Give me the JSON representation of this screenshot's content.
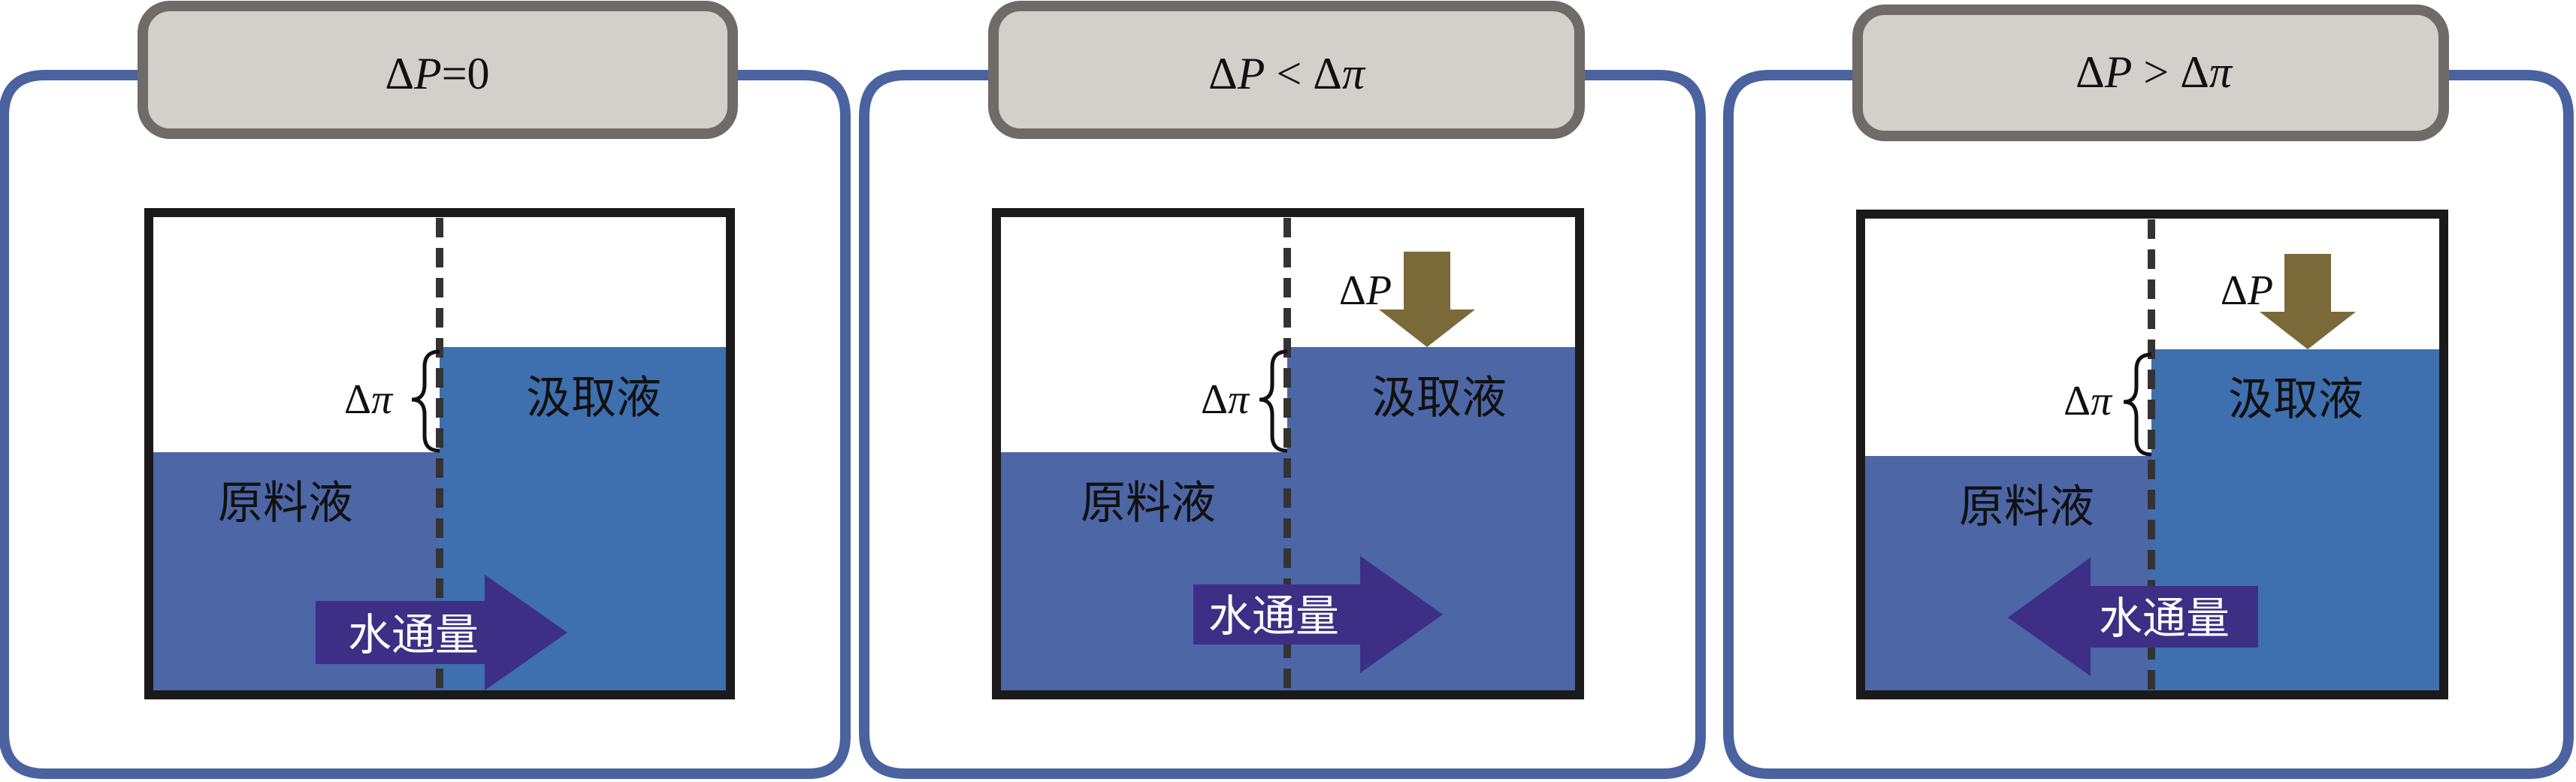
{
  "panels": [
    {
      "title_delta": "Δ",
      "title_P": "P",
      "title_op": "=0",
      "title_rhs_delta": "",
      "title_rhs_pi": "",
      "pressure_delta": "",
      "pressure_P": "",
      "osmotic_delta": "Δ",
      "osmotic_pi": "π",
      "draw_label": "汲取液",
      "feed_label": "原料液",
      "flux_label": "水通量",
      "flux_direction": "right"
    },
    {
      "title_delta": "Δ",
      "title_P": "P",
      "title_op": " < ",
      "title_rhs_delta": "Δ",
      "title_rhs_pi": "π",
      "pressure_delta": "Δ",
      "pressure_P": "P",
      "osmotic_delta": "Δ",
      "osmotic_pi": "π",
      "draw_label": "汲取液",
      "feed_label": "原料液",
      "flux_label": "水通量",
      "flux_direction": "right"
    },
    {
      "title_delta": "Δ",
      "title_P": "P",
      "title_op": " > ",
      "title_rhs_delta": "Δ",
      "title_rhs_pi": "π",
      "pressure_delta": "Δ",
      "pressure_P": "P",
      "osmotic_delta": "Δ",
      "osmotic_pi": "π",
      "draw_label": "汲取液",
      "feed_label": "原料液",
      "flux_label": "水通量",
      "flux_direction": "left"
    }
  ],
  "colors": {
    "frame": "#4a62a0",
    "tab_fill": "#d3cfcb",
    "tab_border": "#6f6b69",
    "feed_liquid": "#4c66a6",
    "draw_liquid": "#3e6fae",
    "flux_arrow": "#3d2f85",
    "pressure_arrow": "#7a6a3a",
    "container": "#1a1a1a"
  }
}
